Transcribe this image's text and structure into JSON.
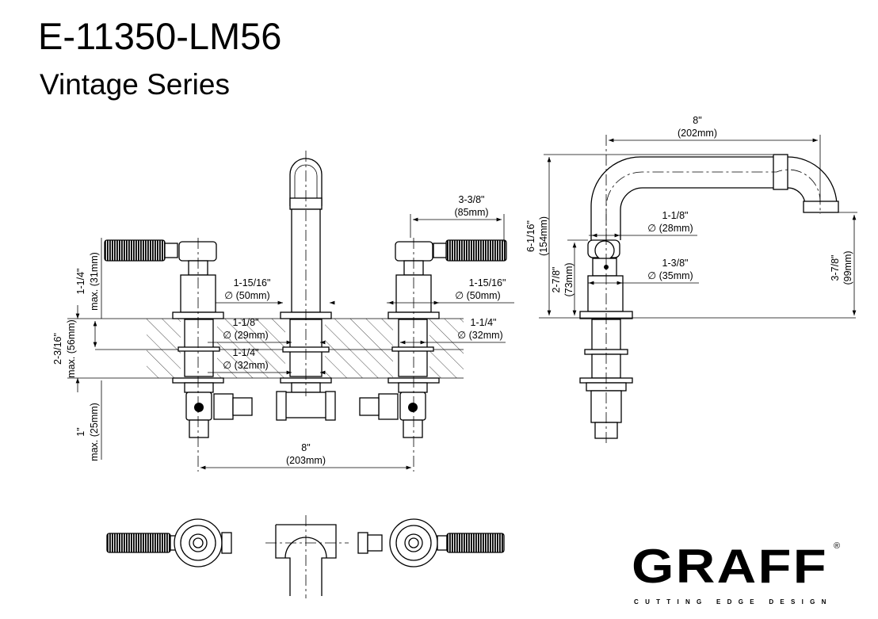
{
  "header": {
    "model": "E-11350-LM56",
    "series": "Vintage Series"
  },
  "front_view": {
    "handle_height": {
      "imperial": "1-1/4\"",
      "metric": "max. (31mm)"
    },
    "deck_thickness": {
      "imperial": "2-3/16\"",
      "metric": "max. (56mm)"
    },
    "below_deck": {
      "imperial": "1\"",
      "metric": "max. (25mm)"
    },
    "spread": {
      "imperial": "8\"",
      "metric": "(203mm)"
    },
    "handle_length": {
      "imperial": "3-3/8\"",
      "metric": "(85mm)"
    },
    "base_dia_left": {
      "imperial": "1-15/16\"",
      "metric": "∅ (50mm)"
    },
    "base_dia_right": {
      "imperial": "1-15/16\"",
      "metric": "∅ (50mm)"
    },
    "hole_spout": {
      "imperial": "1-1/8\"",
      "metric": "∅ (29mm)"
    },
    "hole_spout_lower": {
      "imperial": "1-1/4\"",
      "metric": "∅ (32mm)"
    },
    "hole_valve": {
      "imperial": "1-1/4\"",
      "metric": "∅ (32mm)"
    }
  },
  "side_view": {
    "reach": {
      "imperial": "8\"",
      "metric": "(202mm)"
    },
    "total_height": {
      "imperial": "6-1/16\"",
      "metric": "(154mm)"
    },
    "body_height": {
      "imperial": "2-7/8\"",
      "metric": "(73mm)"
    },
    "outlet_height": {
      "imperial": "3-7/8\"",
      "metric": "(99mm)"
    },
    "tube_dia": {
      "imperial": "1-1/8\"",
      "metric": "∅ (28mm)"
    },
    "base_dia": {
      "imperial": "1-3/8\"",
      "metric": "∅ (35mm)"
    }
  },
  "brand": {
    "name": "GRAFF",
    "tagline": "CUTTING EDGE DESIGN",
    "mark": "®"
  }
}
